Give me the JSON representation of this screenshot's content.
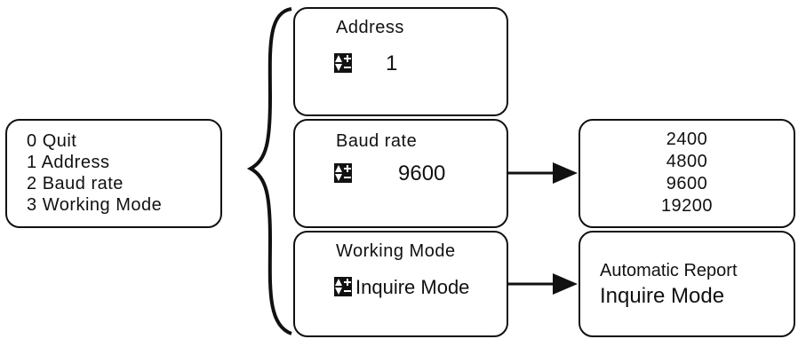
{
  "menu": {
    "items": [
      {
        "num": "0",
        "label": "Quit"
      },
      {
        "num": "1",
        "label": "Address"
      },
      {
        "num": "2",
        "label": "Baud rate"
      },
      {
        "num": "3",
        "label": "Working Mode"
      }
    ]
  },
  "settings": {
    "address": {
      "title": "Address",
      "value": "1"
    },
    "baud_rate": {
      "title": "Baud rate",
      "value": "9600"
    },
    "working_mode": {
      "title": "Working Mode",
      "value": "Inquire Mode"
    }
  },
  "baud_options": [
    "2400",
    "4800",
    "9600",
    "19200"
  ],
  "mode_options": [
    "Automatic Report",
    "Inquire Mode"
  ],
  "icons": {
    "adjust": "up-down-plus-minus-icon"
  }
}
